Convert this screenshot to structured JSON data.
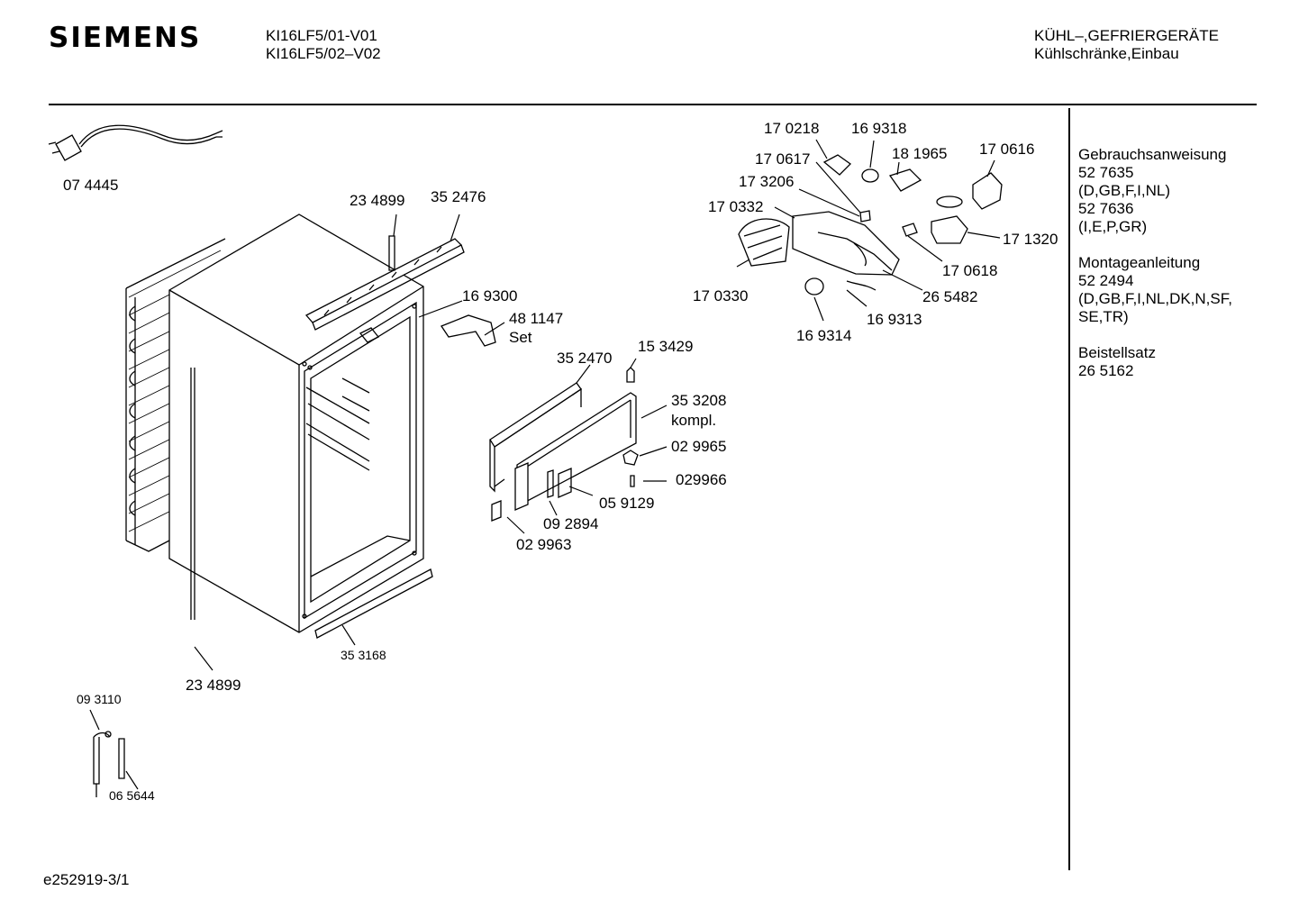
{
  "header": {
    "brand": "SIEMENS",
    "models": [
      "KI16LF5/01-V01",
      "KI16LF5/02–V02"
    ],
    "category": [
      "KÜHL–,GEFRIERGERÄTE",
      "Kühlschränke,Einbau"
    ]
  },
  "documents": [
    {
      "lines": [
        "Gebrauchsanweisung",
        "52 7635",
        "(D,GB,F,I,NL)",
        "52 7636",
        "(I,E,P,GR)"
      ]
    },
    {
      "lines": [
        "Montageanleitung",
        "52 2494",
        "(D,GB,F,I,NL,DK,N,SF,",
        "SE,TR)"
      ]
    },
    {
      "lines": [
        "Beistellsatz",
        "26 5162"
      ]
    }
  ],
  "parts": {
    "p074445": "07 4445",
    "p234899_top": "23 4899",
    "p352476": "35 2476",
    "p169300": "16 9300",
    "p481147": "48 1147",
    "set": "Set",
    "p153429": "15 3429",
    "p352470": "35 2470",
    "p353208": "35 3208",
    "kompl": "kompl.",
    "p029965": "02 9965",
    "p029966": "029966",
    "p059129": "05 9129",
    "p092894": "09 2894",
    "p029963": "02 9963",
    "p353168": "35 3168",
    "p234899_bottom": "23 4899",
    "p093110": "09 3110",
    "p065644": "06 5644",
    "p170218": "17 0218",
    "p169318": "16 9318",
    "p181965": "18 1965",
    "p170616": "17 0616",
    "p170617": "17 0617",
    "p173206": "17 3206",
    "p170332": "17 0332",
    "p171320": "17 1320",
    "p170618": "17 0618",
    "p170330": "17 0330",
    "p265482": "26 5482",
    "p169313": "16 9313",
    "p169314": "16 9314"
  },
  "footer": {
    "code": "e252919-3/1"
  }
}
